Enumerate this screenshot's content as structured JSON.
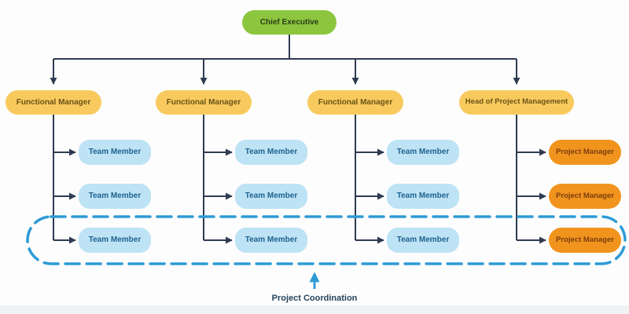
{
  "chart": {
    "type": "org-chart",
    "root": {
      "label": "Chief Executive"
    },
    "columns": [
      {
        "manager": "Functional Manager",
        "reports": [
          "Team Member",
          "Team Member",
          "Team Member"
        ]
      },
      {
        "manager": "Functional Manager",
        "reports": [
          "Team Member",
          "Team Member",
          "Team Member"
        ]
      },
      {
        "manager": "Functional Manager",
        "reports": [
          "Team Member",
          "Team Member",
          "Team Member"
        ]
      },
      {
        "manager": "Head of Project Management",
        "reports": [
          "Project Manager",
          "Project Manager",
          "Project Manager"
        ]
      }
    ],
    "annotation": {
      "label": "Project Coordination"
    }
  },
  "colors": {
    "root_fill": "#8cc63e",
    "manager_fill": "#f8ca5e",
    "team_fill": "#bde3f5",
    "project_manager_fill": "#f0941e",
    "connector_line": "#2f3b52",
    "coordination_blue": "#2e9bd6",
    "background": "#fdfdfd"
  }
}
